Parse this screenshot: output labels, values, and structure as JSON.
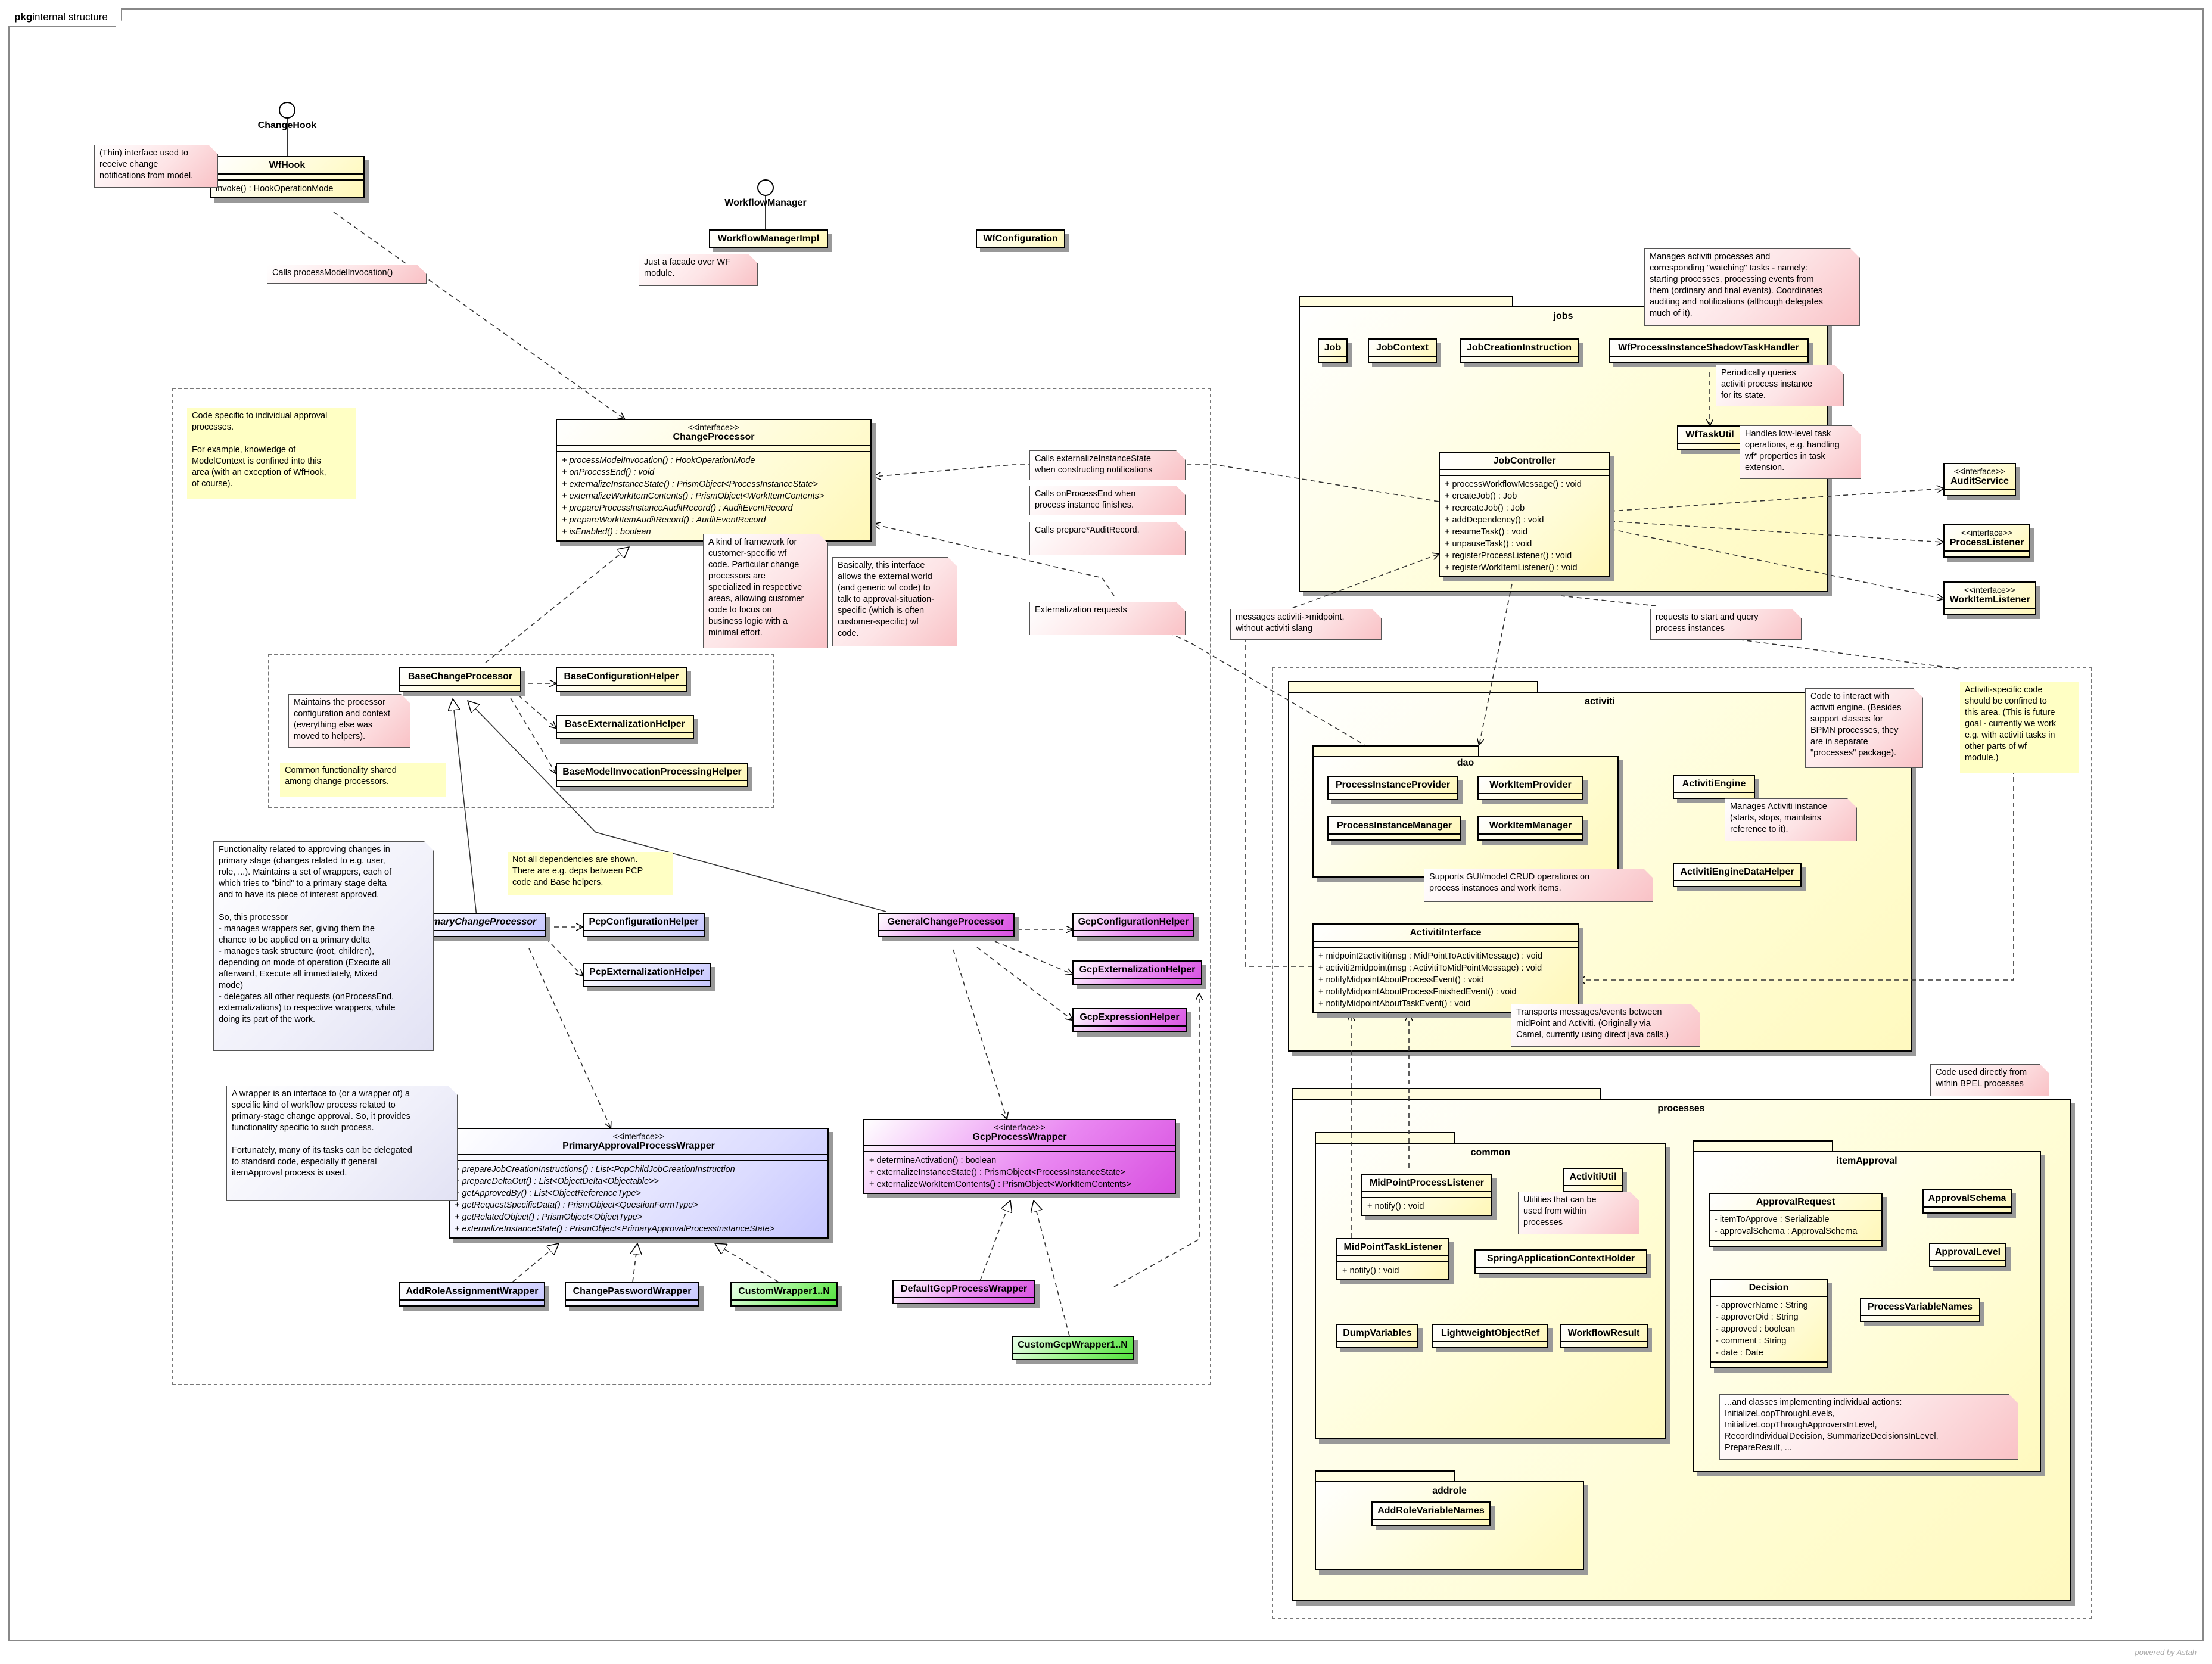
{
  "frame": {
    "kind": "pkg",
    "title": "internal structure"
  },
  "interfaces": {
    "changehook": "ChangeHook",
    "workflowmanager": "WorkflowManager"
  },
  "classes": {
    "wfhook": {
      "name": "WfHook",
      "ops": "invoke() : HookOperationMode"
    },
    "workflowmanagerimpl": {
      "name": "WorkflowManagerImpl"
    },
    "wfconfiguration": {
      "name": "WfConfiguration"
    },
    "changeprocessor": {
      "stereo": "<<interface>>",
      "name": "ChangeProcessor",
      "ops": "+ processModelInvocation() : HookOperationMode\n+ onProcessEnd() : void\n+ externalizeInstanceState() : PrismObject<ProcessInstanceState>\n+ externalizeWorkItemContents() : PrismObject<WorkItemContents>\n+ prepareProcessInstanceAuditRecord() : AuditEventRecord\n+ prepareWorkItemAuditRecord() : AuditEventRecord\n+ isEnabled() : boolean"
    },
    "basechangeprocessor": {
      "name": "BaseChangeProcessor"
    },
    "baseconfigurationhelper": {
      "name": "BaseConfigurationHelper"
    },
    "baseexternalizationhelper": {
      "name": "BaseExternalizationHelper"
    },
    "basemodelinvocationprocessinghelper": {
      "name": "BaseModelInvocationProcessingHelper"
    },
    "primarychangeprocessor": {
      "name": "PrimaryChangeProcessor"
    },
    "pcpconfigurationhelper": {
      "name": "PcpConfigurationHelper"
    },
    "pcpexternalizationhelper": {
      "name": "PcpExternalizationHelper"
    },
    "generalchangeprocessor": {
      "name": "GeneralChangeProcessor"
    },
    "gcpconfigurationhelper": {
      "name": "GcpConfigurationHelper"
    },
    "gcpexternalizationhelper": {
      "name": "GcpExternalizationHelper"
    },
    "gcpexpressionhelper": {
      "name": "GcpExpressionHelper"
    },
    "primaryapprovalprocesswrapper": {
      "stereo": "<<interface>>",
      "name": "PrimaryApprovalProcessWrapper",
      "ops": "+ prepareJobCreationInstructions() : List<PcpChildJobCreationInstruction\n+ prepareDeltaOut() : List<ObjectDelta<Objectable>>\n+ getApprovedBy() : List<ObjectReferenceType>\n+ getRequestSpecificData() : PrismObject<QuestionFormType>\n+ getRelatedObject() : PrismObject<ObjectType>\n+ externalizeInstanceState() : PrismObject<PrimaryApprovalProcessInstanceState>"
    },
    "gcpprocesswrapper": {
      "stereo": "<<interface>>",
      "name": "GcpProcessWrapper",
      "ops": "+ determineActivation() : boolean\n+ externalizeInstanceState() : PrismObject<ProcessInstanceState>\n+ externalizeWorkItemContents() : PrismObject<WorkItemContents>"
    },
    "addroleassignmentwrapper": {
      "name": "AddRoleAssignmentWrapper"
    },
    "changepasswordwrapper": {
      "name": "ChangePasswordWrapper"
    },
    "customwrapper": {
      "name": "CustomWrapper1..N"
    },
    "defaultgcpprocesswrapper": {
      "name": "DefaultGcpProcessWrapper"
    },
    "customgcpwrapper": {
      "name": "CustomGcpWrapper1..N"
    },
    "job": {
      "name": "Job"
    },
    "jobcontext": {
      "name": "JobContext"
    },
    "jobcreationinstruction": {
      "name": "JobCreationInstruction"
    },
    "shadowtaskhandler": {
      "name": "WfProcessInstanceShadowTaskHandler"
    },
    "wftaskutil": {
      "name": "WfTaskUtil"
    },
    "jobcontroller": {
      "name": "JobController",
      "ops": "+ processWorkflowMessage() : void\n+ createJob() : Job\n+ recreateJob() : Job\n+ addDependency() : void\n+ resumeTask() : void\n+ unpauseTask() : void\n+ registerProcessListener() : void\n+ registerWorkItemListener() : void"
    },
    "auditservice": {
      "stereo": "<<interface>>",
      "name": "AuditService"
    },
    "processlistener": {
      "stereo": "<<interface>>",
      "name": "ProcessListener"
    },
    "workitemlistener": {
      "stereo": "<<interface>>",
      "name": "WorkItemListener"
    },
    "processinstanceprovider": {
      "name": "ProcessInstanceProvider"
    },
    "workitemprovider": {
      "name": "WorkItemProvider"
    },
    "processinstancemanager": {
      "name": "ProcessInstanceManager"
    },
    "workitemmanager": {
      "name": "WorkItemManager"
    },
    "activitiengine": {
      "name": "ActivitiEngine"
    },
    "activitienginedatahelper": {
      "name": "ActivitiEngineDataHelper"
    },
    "activitiinterface": {
      "name": "ActivitiInterface",
      "ops": "+ midpoint2activiti(msg : MidPointToActivitiMessage) : void\n+ activiti2midpoint(msg : ActivitiToMidPointMessage) : void\n+ notifyMidpointAboutProcessEvent() : void\n+ notifyMidpointAboutProcessFinishedEvent() : void\n+ notifyMidpointAboutTaskEvent() : void"
    },
    "midpointprocesslistener": {
      "name": "MidPointProcessListener",
      "ops": "+ notify() : void"
    },
    "activitiutil": {
      "name": "ActivitiUtil"
    },
    "midpointtasklistener": {
      "name": "MidPointTaskListener",
      "ops": "+ notify() : void"
    },
    "springapplicationcontextholder": {
      "name": "SpringApplicationContextHolder"
    },
    "dumpvariables": {
      "name": "DumpVariables"
    },
    "lightweightobjectref": {
      "name": "LightweightObjectRef"
    },
    "workflowresult": {
      "name": "WorkflowResult"
    },
    "approvalrequest": {
      "name": "ApprovalRequest",
      "attrs": "- itemToApprove : Serializable\n- approvalSchema : ApprovalSchema"
    },
    "approvalschema": {
      "name": "ApprovalSchema"
    },
    "approvallevel": {
      "name": "ApprovalLevel"
    },
    "decision": {
      "name": "Decision",
      "attrs": "- approverName : String\n- approverOid : String\n- approved : boolean\n- comment : String\n- date : Date"
    },
    "processvariablenames": {
      "name": "ProcessVariableNames"
    },
    "addrolevariablenames": {
      "name": "AddRoleVariableNames"
    }
  },
  "packages": {
    "jobs": "jobs",
    "activiti": "activiti",
    "dao": "dao",
    "processes": "processes",
    "common": "common",
    "itemapproval": "itemApproval",
    "addrole": "addrole"
  },
  "notes": {
    "wfhook": "(Thin) interface used to\nreceive change\nnotifications from model.",
    "calls_pmi": "Calls processModelInvocation()",
    "facade": "Just a facade over WF\nmodule.",
    "jobs_desc": "Manages activiti processes and\ncorresponding \"watching\" tasks - namely:\nstarting processes, processing events from\nthem (ordinary and final events). Coordinates\nauditing and notifications (although delegates\nmuch of it).",
    "periodically": "Periodically queries\nactiviti process instance\nfor its state.",
    "lowlevel": "Handles low-level task\noperations, e.g. handling\nwf* properties in task\nextension.",
    "code_specific": "Code specific to individual approval\nprocesses.\n\nFor example, knowledge of\nModelContext is confined into this\narea (with an exception of WfHook,\nof course).",
    "calls_externalize": "Calls externalizeInstanceState\nwhen constructing notifications",
    "calls_onprocessend": "Calls onProcessEnd when\nprocess instance finishes.",
    "calls_prepare": "Calls prepare*AuditRecord.",
    "framework": "A kind of framework for\ncustomer-specific wf\ncode. Particular change\nprocessors are\nspecialized in respective\nareas, allowing customer\ncode to focus on\nbusiness logic with a\nminimal effort.",
    "basically": "Basically, this interface\nallows the external world\n(and generic wf code) to\ntalk to approval-situation-\nspecific (which is often\ncustomer-specific) wf\ncode.",
    "externalization": "Externalization requests",
    "messages": "messages activiti->midpoint,\nwithout activiti slang",
    "requests": "requests to start and query\nprocess instances",
    "maintains": "Maintains the processor\nconfiguration and context\n(everything else was\nmoved to helpers).",
    "common_func": "Common functionality shared\namong change processors.",
    "functionality": "Functionality related to approving changes in\nprimary stage (changes related to e.g. user,\nrole, ...). Maintains a set of wrappers, each of\nwhich tries to \"bind\" to a primary stage delta\nand to have its piece of interest approved.\n\nSo, this processor\n- manages wrappers set, giving them the\nchance to be applied on a primary delta\n- manages task structure (root, children),\ndepending on mode of operation (Execute all\nafterward, Execute all immediately, Mixed\nmode)\n- delegates all other requests (onProcessEnd,\nexternalizations) to respective wrappers, while\ndoing its part of the work.",
    "not_all_deps": "Not all dependencies are shown.\nThere are e.g. deps between PCP\ncode and Base helpers.",
    "wrapper": "A wrapper is an interface to (or a wrapper of) a\nspecific kind of workflow process related to\nprimary-stage change approval. So, it provides\nfunctionality specific to such process.\n\nFortunately, many of its tasks can be delegated\nto standard code, especially if general\nitemApproval process is used.",
    "code_interact": "Code to interact with\nactiviti engine. (Besides\nsupport classes for\nBPMN processes, they\nare in separate\n\"processes\" package).",
    "activiti_specific": "Activiti-specific code\nshould be confined to\nthis area. (This is future\ngoal - currently we work\ne.g. with activiti tasks in\nother parts of wf\nmodule.)",
    "manages_activiti": "Manages Activiti instance\n(starts, stops, maintains\nreference to it).",
    "supports_gui": "Supports GUI/model CRUD operations on\nprocess instances and work items.",
    "transports": "Transports messages/events between\nmidPoint and Activiti. (Originally via\nCamel, currently using direct java calls.)",
    "code_bpel": "Code used directly from\nwithin BPEL processes",
    "utilities": "Utilities that can be\nused from within\nprocesses",
    "and_classes": "...and classes implementing individual actions:\nInitializeLoopThroughLevels,\nInitializeLoopThroughApproversInLevel,\nRecordIndividualDecision, SummarizeDecisionsInLevel,\nPrepareResult, ..."
  },
  "watermark": "powered by Astah"
}
